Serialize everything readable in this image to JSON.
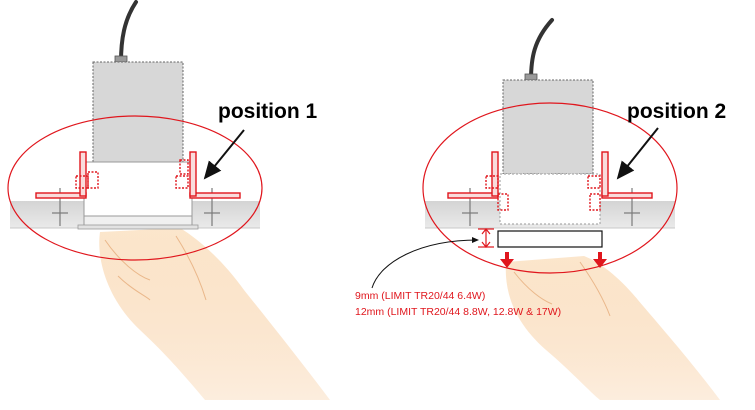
{
  "labels": {
    "position_1": "position 1",
    "position_2": "position 2"
  },
  "notes": {
    "line_1": "9mm (LIMIT TR20/44 6.4W)",
    "line_2": "12mm (LIMIT TR20/44  8.8W, 12.8W & 17W)"
  },
  "colors": {
    "highlight_red": "#e0161d",
    "note_text": "#e0161d",
    "driver_box": "#d7d7d7",
    "ceiling": "#e4e4e4",
    "skin": "#f9d9b4"
  }
}
